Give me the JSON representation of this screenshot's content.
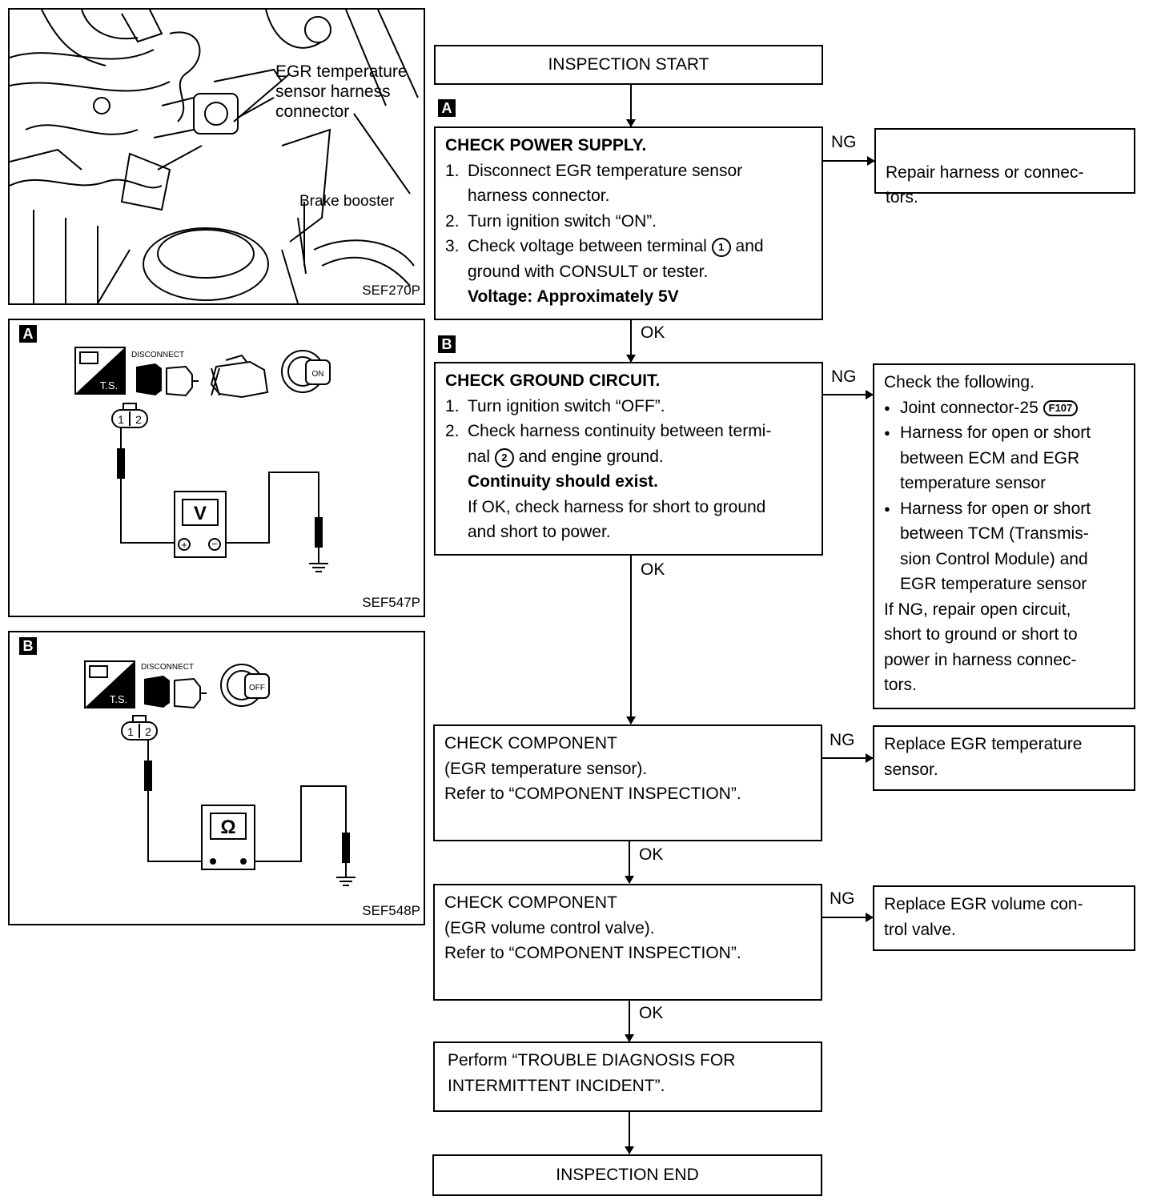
{
  "photo": {
    "label_sensor": [
      "EGR temperature",
      "sensor harness",
      "connector"
    ],
    "label_booster": "Brake booster",
    "code": "SEF270P"
  },
  "diagram_a": {
    "tag": "A",
    "disconnect": "DISCONNECT",
    "ts": "T.S.",
    "key_label": "ON",
    "meter": "V",
    "pins": [
      "1",
      "2"
    ],
    "code": "SEF547P"
  },
  "diagram_b": {
    "tag": "B",
    "disconnect": "DISCONNECT",
    "ts": "T.S.",
    "key_label": "OFF",
    "meter": "Ω",
    "pins": [
      "1",
      "2"
    ],
    "code": "SEF548P"
  },
  "flow": {
    "start": "INSPECTION START",
    "tag_a": "A",
    "tag_b": "B",
    "step1": {
      "title": "CHECK POWER SUPPLY.",
      "items": [
        [
          "1.",
          "Disconnect EGR temperature sensor",
          "harness connector."
        ],
        [
          "2.",
          "Turn ignition switch “ON”."
        ],
        [
          "3.",
          "Check voltage between terminal",
          "1",
          "and",
          "ground with CONSULT or tester."
        ]
      ],
      "spec": "Voltage: Approximately 5V"
    },
    "ng1": "NG",
    "ng1_box": "Repair harness or connec-\ntors.",
    "ok1": "OK",
    "step2": {
      "title": "CHECK GROUND CIRCUIT.",
      "item1": [
        "1.",
        "Turn ignition switch “OFF”."
      ],
      "item2": [
        "2.",
        "Check harness continuity between termi-",
        "nal",
        "2",
        "and engine ground."
      ],
      "spec": "Continuity should exist.",
      "note": [
        "If OK, check harness for short to ground",
        "and short to power."
      ]
    },
    "ng2": "NG",
    "ng2_box": {
      "head": "Check the following.",
      "b1": [
        "Joint connector-25",
        "F107"
      ],
      "b2": [
        "Harness for open or short",
        "between ECM and EGR",
        "temperature sensor"
      ],
      "b3": [
        "Harness for open or short",
        "between TCM (Transmis-",
        "sion Control Module) and",
        "EGR temperature sensor"
      ],
      "tail": [
        "If NG, repair open circuit,",
        "short to ground or short to",
        "power in harness connec-",
        "tors."
      ]
    },
    "ok2": "OK",
    "step3": [
      "CHECK COMPONENT",
      "(EGR temperature sensor).",
      "Refer to “COMPONENT INSPECTION”."
    ],
    "ng3": "NG",
    "ng3_box": [
      "Replace EGR temperature",
      "sensor."
    ],
    "ok3": "OK",
    "step4": [
      "CHECK COMPONENT",
      "(EGR volume control valve).",
      "Refer to “COMPONENT INSPECTION”."
    ],
    "ng4": "NG",
    "ng4_box": [
      "Replace EGR volume con-",
      "trol valve."
    ],
    "ok4": "OK",
    "step5": [
      "Perform “TROUBLE DIAGNOSIS FOR",
      "INTERMITTENT INCIDENT”."
    ],
    "end": "INSPECTION END"
  }
}
